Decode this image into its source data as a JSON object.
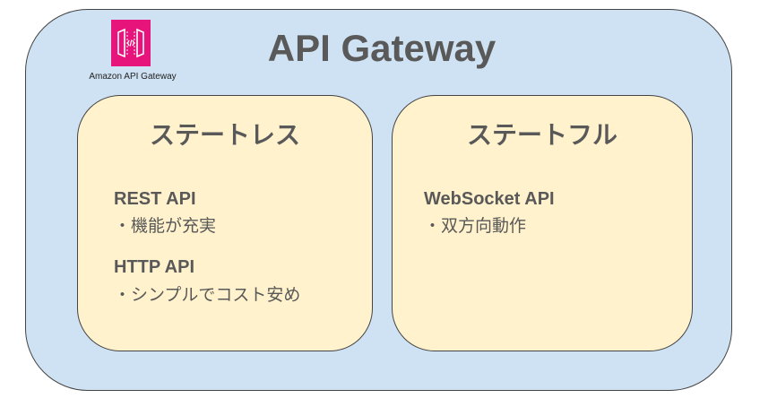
{
  "title": "API Gateway",
  "logo": {
    "icon": "amazon-api-gateway-icon",
    "caption": "Amazon API Gateway",
    "color": "#e7157b"
  },
  "colors": {
    "outer_background": "#cfe2f3",
    "panel_background": "#fff2cc",
    "text": "#595959",
    "border": "#444444"
  },
  "panels": [
    {
      "title": "ステートレス",
      "items": [
        {
          "title": "REST API",
          "description": "・機能が充実"
        },
        {
          "title": "HTTP API",
          "description": "・シンプルでコスト安め"
        }
      ]
    },
    {
      "title": "ステートフル",
      "items": [
        {
          "title": "WebSocket API",
          "description": "・双方向動作"
        }
      ]
    }
  ]
}
